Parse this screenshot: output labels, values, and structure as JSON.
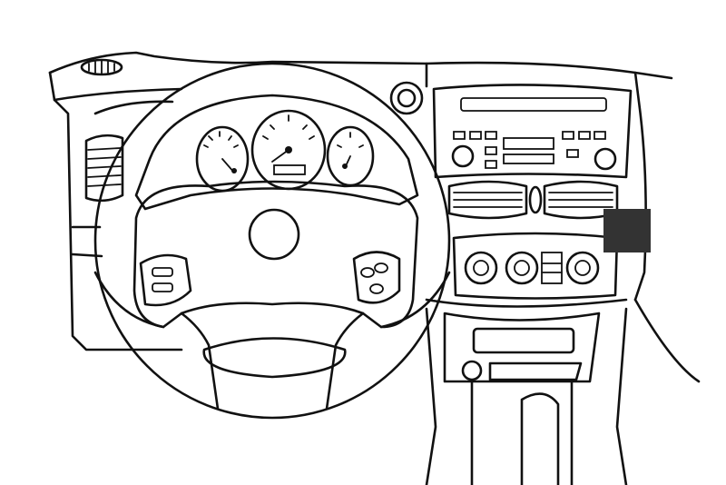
{
  "colors": {
    "line": "#111111",
    "background": "#ffffff",
    "mount_marker": "#333333"
  },
  "icons": [
    "steering-wheel",
    "instrument-gauges",
    "radio-unit",
    "air-vents",
    "climate-control-knobs",
    "mount-position-marker"
  ]
}
